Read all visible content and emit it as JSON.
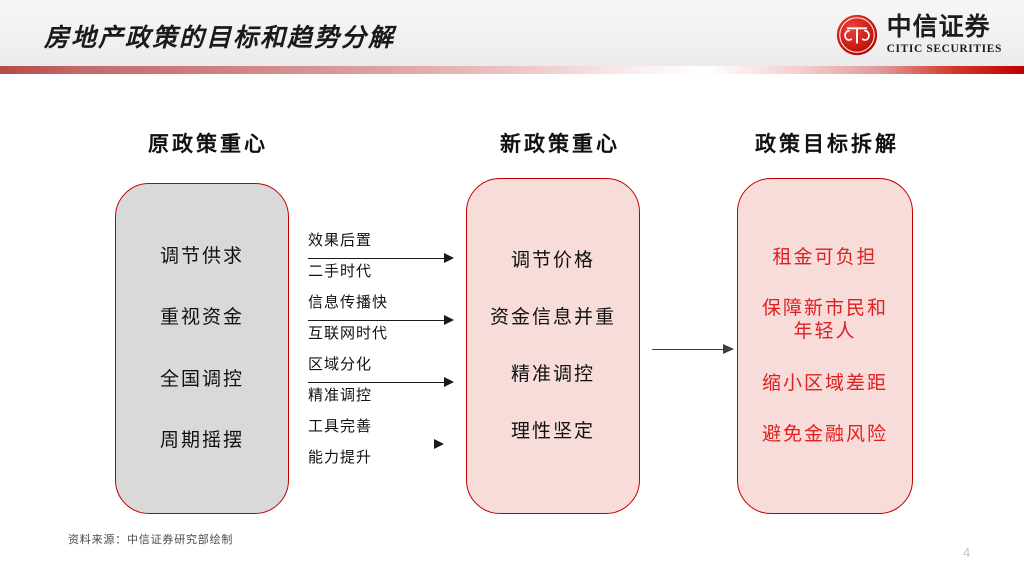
{
  "header": {
    "title": "房地产政策的目标和趋势分解",
    "logo": {
      "name_cn": "中信证券",
      "name_en": "CITIC SECURITIES",
      "mark_icon": "citic-circle-logo-icon"
    },
    "rule_colors": {
      "left": "#b34b4b",
      "mid": "#ffffff",
      "right": "#c00000"
    }
  },
  "columns": {
    "old_policy": {
      "heading": "原政策重心",
      "box_fill": "#d9d9d9",
      "border": "#c00000",
      "text_color": "#111111",
      "items": [
        "调节供求",
        "重视资金",
        "全国调控",
        "周期摇摆"
      ]
    },
    "new_policy": {
      "heading": "新政策重心",
      "box_fill": "#f7dcda",
      "border": "#c00000",
      "text_color": "#111111",
      "items": [
        "调节价格",
        "资金信息并重",
        "精准调控",
        "理性坚定"
      ]
    },
    "policy_goals": {
      "heading": "政策目标拆解",
      "box_fill": "#f7dcda",
      "border": "#c00000",
      "text_color": "#e02020",
      "items": [
        "租金可负担",
        "保障新市民和\n年轻人",
        "缩小区域差距",
        "避免金融风险"
      ]
    }
  },
  "drivers": {
    "labels": [
      "效果后置",
      "二手时代",
      "信息传播快",
      "互联网时代",
      "区域分化",
      "精准调控",
      "工具完善",
      "能力提升"
    ],
    "arrow_icon": "right-arrow-icon",
    "arrow_count": 4
  },
  "goals_arrow": {
    "icon": "right-arrow-icon",
    "color": "#3f3f3f"
  },
  "footer": {
    "source": "资料来源：中信证券研究部绘制",
    "page_number": "4"
  }
}
